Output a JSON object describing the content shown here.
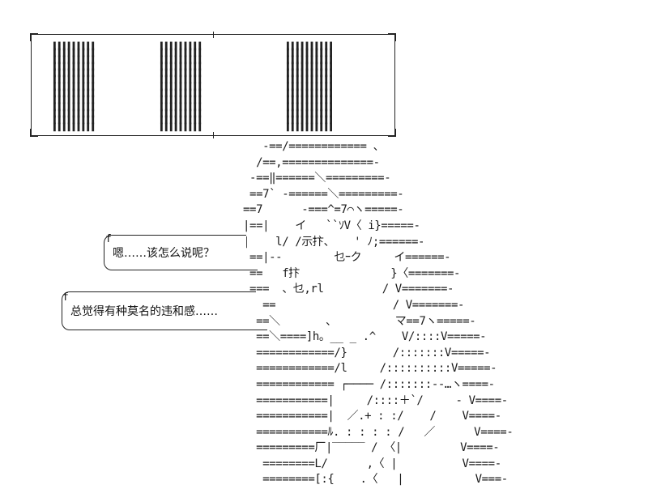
{
  "sign": {
    "block_left": "▌▌▌▌▌▌▌▌▌\n▌▌▌▌▌▌▌▌▌\n▌▌▌▌▌▌▌▌▌\n▌▌▌▌▌▌▌▌▌\n▌▌▌▌▌▌▌▌▌\n▌▌▌▌▌▌▌▌▌\n▌▌▌▌▌▌▌▌▌\n▌▌▌▌▌▌▌▌▌\n▌▌▌▌▌▌▌▌▌\n▌▌▌▌▌▌▌▌▌\n▌▌▌▌▌▌▌▌▌\n▌▌▌▌▌▌▌▌▌\n▌▌▌▌▌▌▌▌▌",
    "block_mid": "▌▌▌▌▌▌▌▌▌\n▌▌▌▌▌▌▌▌▌\n▌▌▌▌▌▌▌▌▌\n▌▌▌▌▌▌▌▌▌\n▌▌▌▌▌▌▌▌▌\n▌▌▌▌▌▌▌▌▌\n▌▌▌▌▌▌▌▌▌\n▌▌▌▌▌▌▌▌▌\n▌▌▌▌▌▌▌▌▌\n▌▌▌▌▌▌▌▌▌\n▌▌▌▌▌▌▌▌▌\n▌▌▌▌▌▌▌▌▌\n▌▌▌▌▌▌▌▌▌",
    "block_right": "▌▌▌▌▌▌▌▌▌▌\n▌▌▌▌▌▌▌▌▌▌\n▌▌▌▌▌▌▌▌▌▌\n▌▌▌▌▌▌▌▌▌▌\n▌▌▌▌▌▌▌▌▌▌\n▌▌▌▌▌▌▌▌▌▌\n▌▌▌▌▌▌▌▌▌▌\n▌▌▌▌▌▌▌▌▌▌\n▌▌▌▌▌▌▌▌▌▌\n▌▌▌▌▌▌▌▌▌▌\n▌▌▌▌▌▌▌▌▌▌\n▌▌▌▌▌▌▌▌▌▌\n▌▌▌▌▌▌▌▌▌▌"
  },
  "art": {
    "text": "    -==/============ 、\n   /==,==============-\n  -==‖======＼=========-\n  ==7` -======＼=========-\n ==7      ‐===^=7⌒ヽ=====-\n |==|    イ   ``ｿV〈 i}=====-\n |    l/ /示抃、   ' ﾉ;======-\n  ==|--        乜ｰク     イ======-\n  ==   f抃              }〈=======-\n  ===  、乜,rl         / V=======-\n    ==                  / V=======-\n   ==＼       、         マ==7ヽ=====-\n   ==＼====]h。__ _ .^    V/::::V=====-\n   ============/}       /:::::::V=====-\n   ============/l     /::::::::::V=====-\n   ============ ┌──── /:::::::-‐…ヽ====-\n   ===========|     /::::＋`/     - V====-\n   ===========|  ／.+ : :/    /    V====-\n   ===========ﾙ. : : : : /   ／      V====-\n   =========厂|‾‾‾‾‾ / 〈|         V====-\n    ========L/      ,〈 |          V====-\n    ========[:{    .〈   |           V===-"
  },
  "bubble1": {
    "text": "嗯……该怎么说呢？",
    "mark": "f"
  },
  "bubble2": {
    "text": "总觉得有种莫名的违和感……",
    "mark": "f"
  }
}
